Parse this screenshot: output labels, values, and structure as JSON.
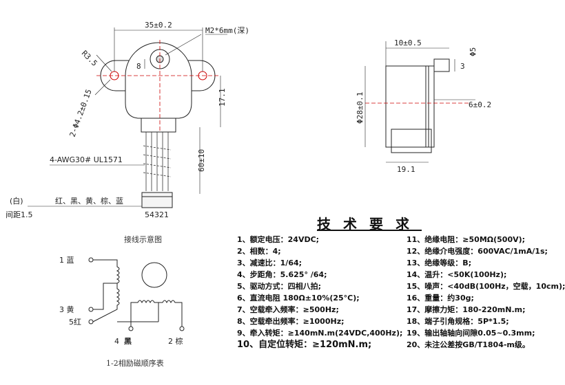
{
  "front_view": {
    "dim_width": "35±0.2",
    "dim_screw": "M2*6mm(深)",
    "dim_radius": "R3.5",
    "dim_holes": "2-Φ4.2±0.15",
    "dim_shaft_offset": "8",
    "dim_body_offset": "17.1",
    "dim_lead": "60±10",
    "wire_label": "4-AWG30# UL1571",
    "wire_colors_left": "(白)",
    "wire_colors": "红、黑、黄、棕、蓝",
    "pitch_label": "间距1.5",
    "pin_numbers": "54321"
  },
  "side_view": {
    "dim_shaft_len": "10±0.5",
    "dim_shaft_dia": "Φ5",
    "dim_flat": "3",
    "dim_body_dia": "Φ28±0.1",
    "dim_flat_len": "6±0.2",
    "dim_depth": "19.1"
  },
  "wiring": {
    "title": "接线示意图",
    "label_1": "1 蓝",
    "label_3": "3 黄",
    "label_5": "5红",
    "label_4": "4",
    "label_4b": "黑",
    "label_2": "2 棕",
    "caption": "1-2相励磁顺序表"
  },
  "spec": {
    "title": "技术要求",
    "left_items": [
      "1、额定电压：24VDC;",
      "2、相数：4;",
      "3、减速比：1/64;",
      "4、步距角：5.625° /64;",
      "5、驱动方式：四相八拍;",
      "6、直流电阻  180Ω±10%(25°C);",
      "7、空载牵入频率：≥500Hz;",
      "8、空载牵出频率：≥1000Hz;",
      "9、牵入转矩：≥140mN.m(24VDC,400Hz);",
      "10、自定位转矩：≥120mN.m;"
    ],
    "right_items": [
      "11、绝缘电阻：≥50MΩ(500V);",
      "12、绝缘介电强度：600VAC/1mA/1s;",
      "13、绝缘等级：B;",
      "14、温升：<50K(100Hz);",
      "15、噪声：<40dB(100Hz，空载，10cm);",
      "16、重量：约30g;",
      "17、摩擦力矩：180-220mN.m;",
      "18、端子引角规格：5P*1.5;",
      "19、输出轴轴向间隙0.05~0.3mm;",
      "20、未注公差按GB/T1804-m级。"
    ]
  }
}
